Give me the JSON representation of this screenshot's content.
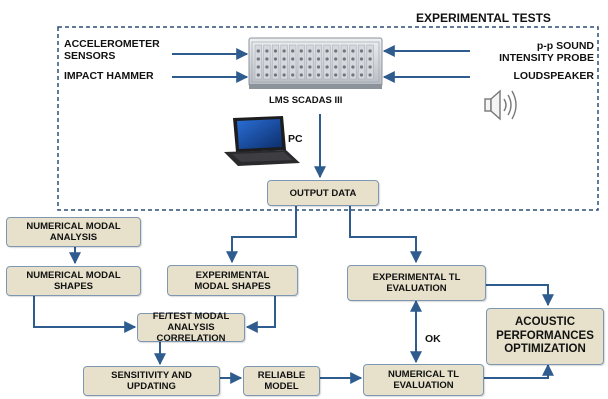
{
  "diagram": {
    "experimental_section_title": "EXPERIMENTAL TESTS",
    "inputs": {
      "accelerometer": "ACCELEROMETER\nSENSORS",
      "impact_hammer": "IMPACT HAMMER",
      "sound_probe": "p-p SOUND\nINTENSITY PROBE",
      "loudspeaker": "LOUDSPEAKER"
    },
    "hardware": {
      "scadas_label": "LMS SCADAS  III",
      "pc_label": "PC"
    },
    "boxes": {
      "output_data": "OUTPUT DATA",
      "numerical_modal_analysis": "NUMERICAL MODAL\nANALYSIS",
      "numerical_modal_shapes": "NUMERICAL MODAL\nSHAPES",
      "experimental_modal_shapes": "EXPERIMENTAL\nMODAL SHAPES",
      "experimental_tl_evaluation": "EXPERIMENTAL TL\nEVALUATION",
      "fe_test_correlation": "FE/TEST MODAL ANALYSIS\nCORRELATION",
      "acoustic_optimization": "ACOUSTIC\nPERFORMANCES\nOPTIMIZATION",
      "sensitivity_updating": "SENSITIVITY AND\nUPDATING",
      "reliable_model": "RELIABLE\nMODEL",
      "numerical_tl_evaluation": "NUMERICAL TL\nEVALUATION"
    },
    "ok_label": "OK",
    "colors": {
      "box_fill": "#e7e1cb",
      "box_border": "#7e98b4",
      "arrow": "#2e5c8f",
      "dashed_border": "#2b4f7c"
    }
  }
}
